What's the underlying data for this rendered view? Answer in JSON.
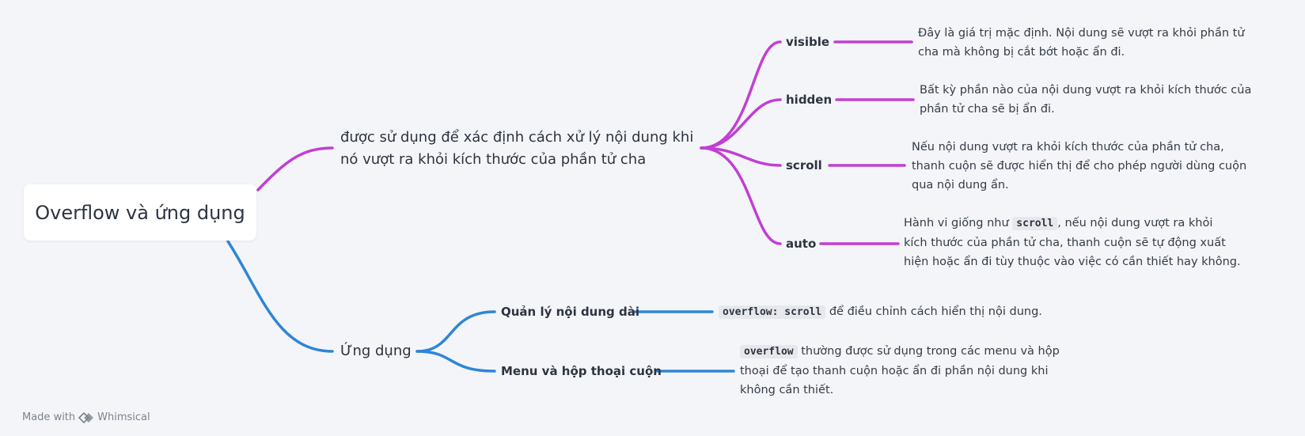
{
  "root": {
    "label": "Overflow và ứng dụng"
  },
  "definition": {
    "line1": "được sử dụng để xác định cách xử lý nội dung khi",
    "line2": "nó vượt ra khỏi kích thước của phần tử cha"
  },
  "values": [
    {
      "label": "visible",
      "desc_line1": "Đây là giá trị mặc định. Nội dung sẽ vượt ra khỏi phần tử",
      "desc_line2": "cha mà không bị cắt bớt hoặc ẩn đi."
    },
    {
      "label": "hidden",
      "desc_line1": "Bất kỳ phần nào của nội dung vượt ra khỏi kích thước của",
      "desc_line2": "phần tử cha sẽ bị ẩn đi."
    },
    {
      "label": "scroll",
      "desc_line1": "Nếu nội dung vượt ra khỏi kích thước của phần tử cha,",
      "desc_line2": "thanh cuộn sẽ được hiển thị để cho phép người dùng cuộn",
      "desc_line3": "qua nội dung ẩn."
    },
    {
      "label": "auto",
      "desc_line1a": "Hành vi giống như",
      "desc_code": "scroll",
      "desc_line1b": ", nếu nội dung vượt ra khỏi",
      "desc_line2": "kích thước của phần tử cha, thanh cuộn sẽ tự động xuất",
      "desc_line3": "hiện hoặc ẩn đi tùy thuộc vào việc có cần thiết hay không."
    }
  ],
  "application": {
    "label": "Ứng dụng",
    "items": [
      {
        "label": "Quản lý nội dung dài",
        "desc_code": "overflow: scroll",
        "desc_text": "để điều chỉnh cách hiển thị nội dung."
      },
      {
        "label": "Menu và hộp thoại cuộn",
        "desc_code": "overflow",
        "desc_text": "thường được sử dụng trong các menu và hộp",
        "desc_line2": "thoại để tạo thanh cuộn hoặc ẩn đi phần nội dung khi",
        "desc_line3": "không cần thiết."
      }
    ]
  },
  "footer": {
    "made_with": "Made with",
    "brand": "Whimsical"
  },
  "colors": {
    "purple": "#c13fd4",
    "blue": "#2e86d6",
    "background": "#f4f5f8"
  }
}
